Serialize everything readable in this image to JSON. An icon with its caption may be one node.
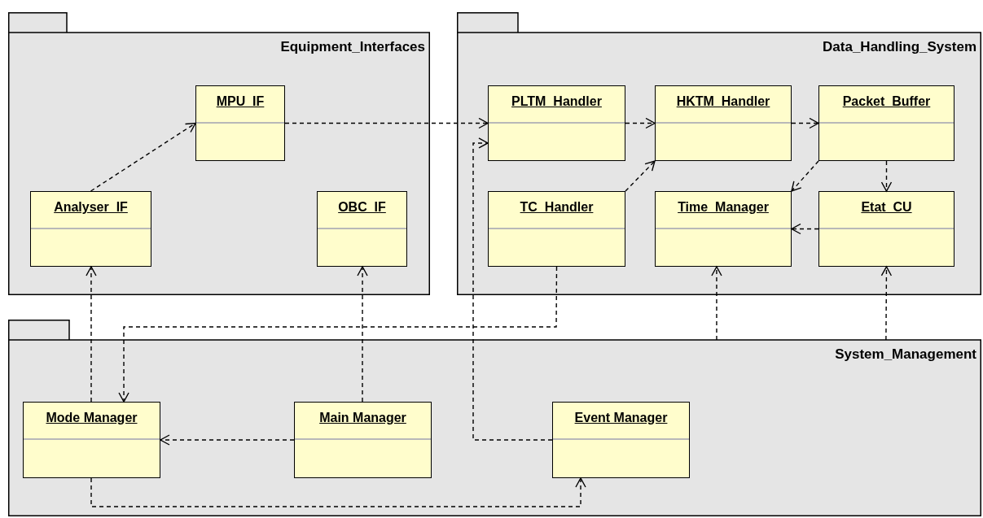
{
  "diagram": {
    "nodes": [
      {
        "text": [
          "Equipment_Interfaces"
        ]
      },
      {
        "text": [
          "MPU_IF"
        ],
        "in": 0
      },
      {
        "text": [
          "Analyser_IF"
        ],
        "in": 0
      },
      {
        "text": [
          "OBC_IF"
        ],
        "in": 0
      },
      {
        "text": [
          "Data_Handling_System"
        ]
      },
      {
        "text": [
          "PLTM_Handler"
        ],
        "in": 4
      },
      {
        "text": [
          "HKTM_Handler"
        ],
        "in": 4
      },
      {
        "text": [
          "Packet_Buffer"
        ],
        "in": 4
      },
      {
        "text": [
          "TC_Handler"
        ],
        "in": 4
      },
      {
        "text": [
          "Time_Manager"
        ],
        "in": 4
      },
      {
        "text": [
          "Etat_CU"
        ],
        "in": 4
      },
      {
        "text": [
          "System_Management"
        ]
      },
      {
        "text": [
          "Mode Manager"
        ],
        "in": 11
      },
      {
        "text": [
          "Main Manager"
        ],
        "in": 11
      },
      {
        "text": [
          "Event Manager"
        ],
        "in": 11
      }
    ],
    "edges": [
      {
        "from": 2,
        "to": 1,
        "arrow": "to",
        "style": "dashed"
      },
      {
        "from": 1,
        "to": 5,
        "arrow": "to",
        "style": "dashed"
      },
      {
        "from": 14,
        "to": 5,
        "arrow": "to",
        "style": "dashed"
      },
      {
        "from": 5,
        "to": 6,
        "arrow": "to",
        "style": "dashed"
      },
      {
        "from": 6,
        "to": 7,
        "arrow": "to",
        "style": "dashed"
      },
      {
        "from": 8,
        "to": 6,
        "arrow": "to",
        "style": "dashed"
      },
      {
        "from": 7,
        "to": 9,
        "arrow": "to",
        "style": "dashed"
      },
      {
        "from": 7,
        "to": 10,
        "arrow": "to",
        "style": "dashed"
      },
      {
        "from": 10,
        "to": 9,
        "arrow": "to",
        "style": "dashed"
      },
      {
        "from": 8,
        "to": 12,
        "arrow": "to",
        "style": "dashed"
      },
      {
        "from": 12,
        "to": 2,
        "arrow": "to",
        "style": "dashed"
      },
      {
        "from": 13,
        "to": 3,
        "arrow": "to",
        "style": "dashed"
      },
      {
        "from": 13,
        "to": 12,
        "arrow": "to",
        "style": "dashed"
      },
      {
        "from": 11,
        "to": 9,
        "arrow": "to",
        "style": "dashed"
      },
      {
        "from": 11,
        "to": 10,
        "arrow": "to",
        "style": "dashed"
      },
      {
        "from": 12,
        "to": 14,
        "arrow": "to",
        "style": "dashed"
      }
    ]
  }
}
